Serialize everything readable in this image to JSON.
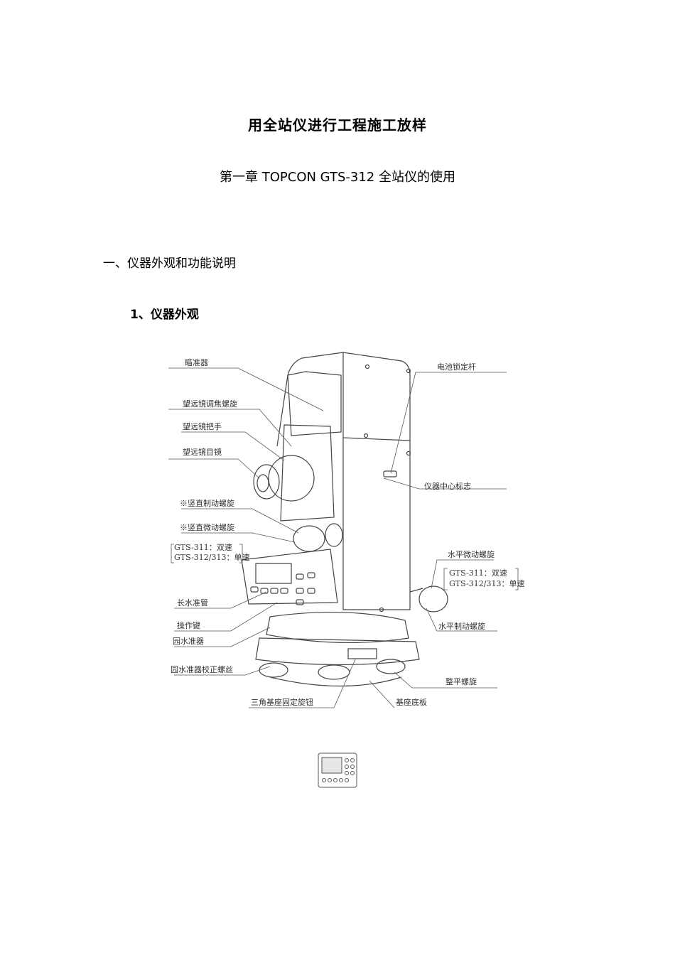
{
  "document": {
    "title": "用全站仪进行工程施工放样",
    "chapter": "第一章 TOPCON GTS-312 全站仪的使用",
    "section": "一、仪器外观和功能说明",
    "subsection": "1、仪器外观"
  },
  "figure": {
    "labels_left": {
      "sight": "瞄准器",
      "focus_knob": "望远镜调焦螺旋",
      "handle": "望远镜把手",
      "eyepiece": "望远镜目镜",
      "vertical_clamp": "※竖直制动螺旋",
      "vertical_tangent": "※竖直微动螺旋",
      "gts311_vertical": "GTS-311：双速",
      "gts312_vertical": "GTS-312/313：单速",
      "plate_level": "长水准管",
      "keys": "操作键",
      "circular_level": "园水准器",
      "circular_level_screw": "园水准器校正螺丝"
    },
    "labels_right": {
      "battery_lock": "电池锁定杆",
      "center_mark": "仪器中心标志",
      "horizontal_tangent": "水平微动螺旋",
      "gts311_horizontal": "GTS-311：双速",
      "gts312_horizontal": "GTS-312/313：单速",
      "horizontal_clamp": "水平制动螺旋",
      "leveling_screw": "整平螺旋"
    },
    "labels_bottom": {
      "tribrach_lock": "三角基座固定旋钮",
      "base_plate": "基座底板"
    }
  }
}
